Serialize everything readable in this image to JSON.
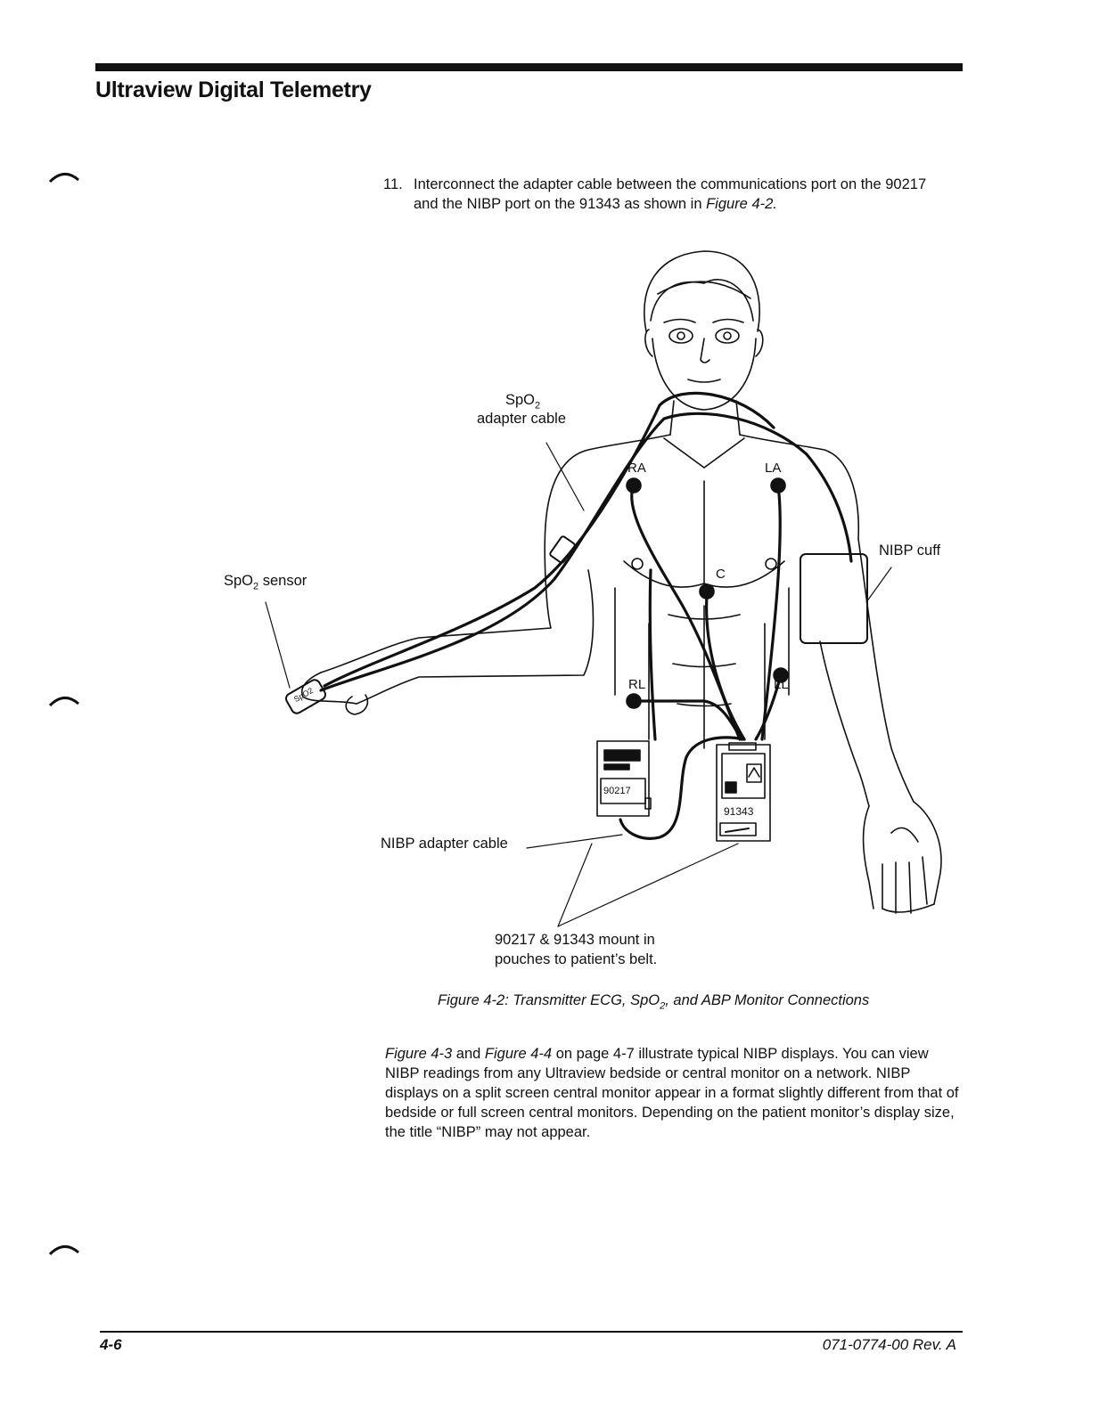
{
  "header": {
    "title": "Ultraview Digital Telemetry"
  },
  "step": {
    "number": "11.",
    "text_1": "Interconnect the adapter cable between the communications port on the 90217 and the NIBP port on the 91343 as shown in ",
    "figure_ref": "Figure 4-2."
  },
  "figure": {
    "labels": {
      "spo2_adapter_line1": "SpO",
      "spo2_adapter_sub": "2",
      "spo2_adapter_line2": "adapter cable",
      "spo2_sensor_main": "SpO",
      "spo2_sensor_sub": "2",
      "spo2_sensor_rest": " sensor",
      "nibp_cuff": "NIBP cuff",
      "nibp_adapter_cable": "NIBP adapter cable",
      "mount_line1": "90217 & 91343 mount in",
      "mount_line2": "pouches to patient’s belt.",
      "electrode_ra": "RA",
      "electrode_la": "LA",
      "electrode_c": "C",
      "electrode_rl": "RL",
      "electrode_ll": "LL",
      "device_90217": "90217",
      "device_91343": "91343",
      "finger_tag": "SpO2"
    },
    "caption_pre": "Figure 4-2: Transmitter ECG, SpO",
    "caption_sub": "2",
    "caption_post": ", and ABP Monitor Connections"
  },
  "paragraph": {
    "ref1": "Figure 4-3",
    "t1": " and ",
    "ref2": "Figure 4-4",
    "t2": " on page 4-7 illustrate typical NIBP displays. You can view NIBP readings from any Ultraview bedside or central monitor on a network. NIBP displays on a split screen central monitor appear in a format slightly different from that of bedside or full screen central monitors. Depending on the patient monitor’s display size, the title “NIBP” may not appear."
  },
  "footer": {
    "page_number": "4-6",
    "doc_number": "071-0774-00 Rev. A"
  }
}
